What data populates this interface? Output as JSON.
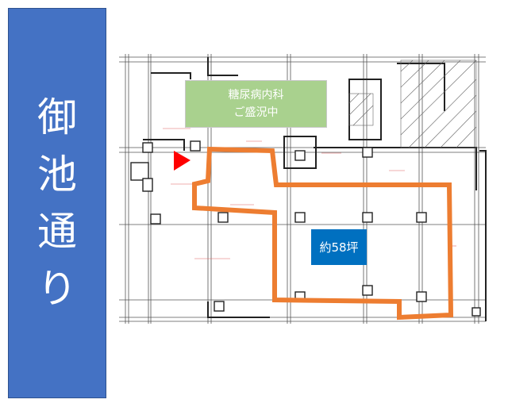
{
  "street_name": [
    "御",
    "池",
    "通",
    "り"
  ],
  "clinic": {
    "line1": "糖尿病内科",
    "line2": "ご盛況中"
  },
  "area_label": "約58坪",
  "colors": {
    "street_panel": "#4472c4",
    "clinic_box": "#a9d18e",
    "area_box": "#0070c0",
    "outline": "#ed7d31",
    "entrance_marker": "#ff0000"
  }
}
